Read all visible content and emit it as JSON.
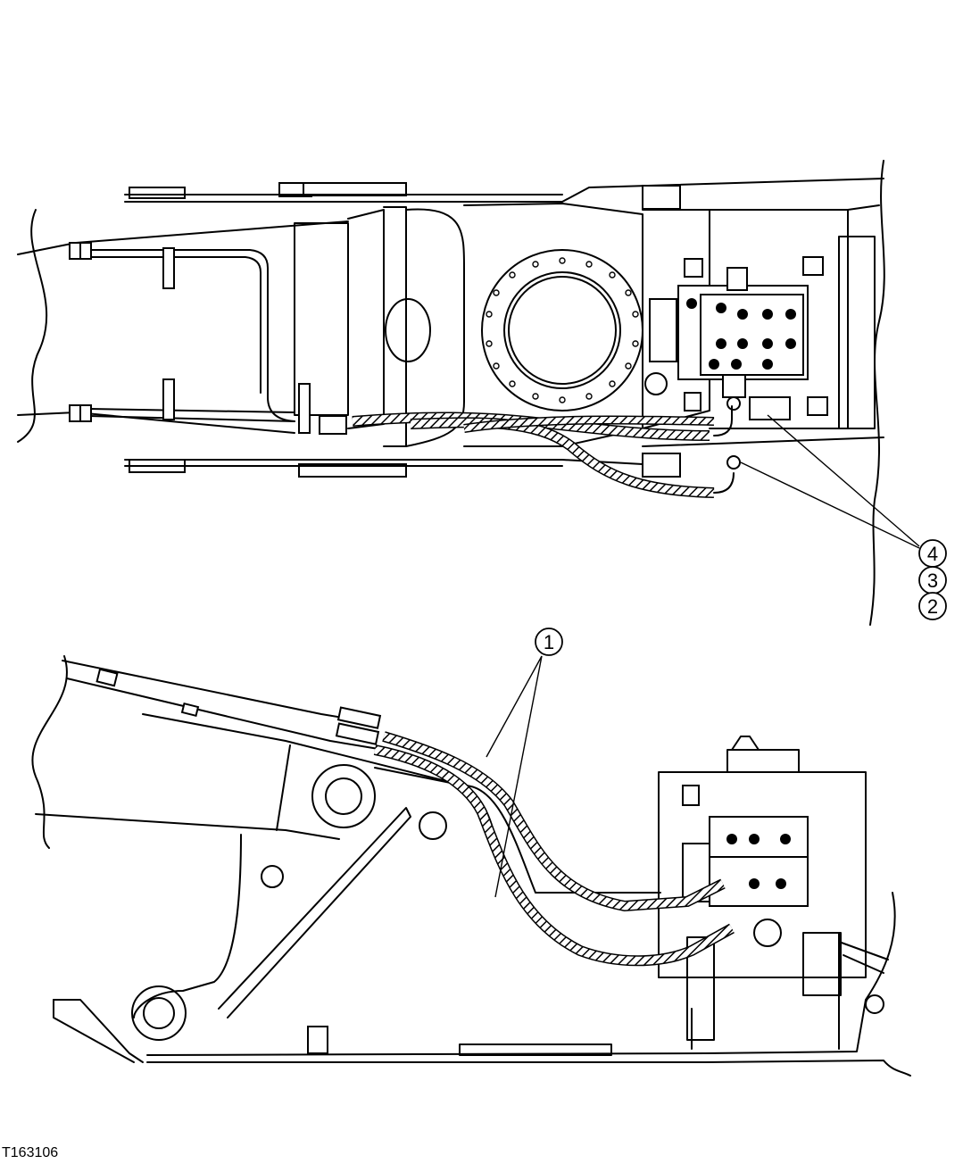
{
  "figure": {
    "id_label": "T163106"
  },
  "callouts": [
    {
      "number": "1"
    },
    {
      "number": "2"
    },
    {
      "number": "3"
    },
    {
      "number": "4"
    }
  ]
}
